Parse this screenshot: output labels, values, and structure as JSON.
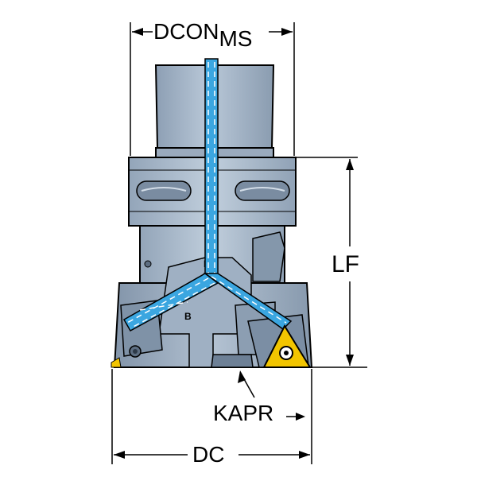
{
  "dimensions": {
    "dcon_main": "DCON",
    "dcon_sub": "MS",
    "lf": "LF",
    "kapr": "KAPR",
    "dc": "DC"
  },
  "colors": {
    "body": "#a9b8c9",
    "body_dark": "#8497ab",
    "body_light": "#c6d2df",
    "outline": "#000000",
    "coolant": "#3ba6e0",
    "insert": "#f2c500"
  },
  "insert_mark": "B"
}
